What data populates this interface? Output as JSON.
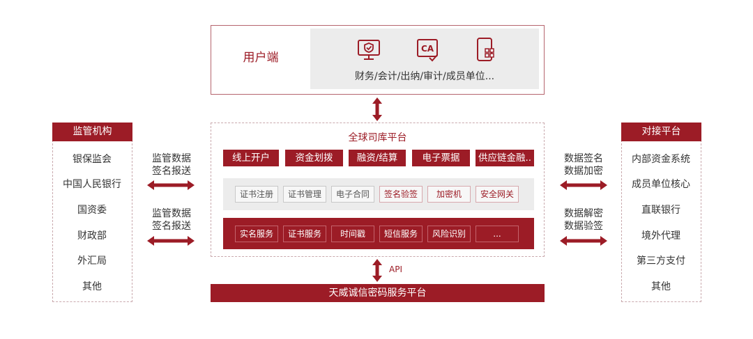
{
  "user_end": {
    "label": "用户端",
    "icons": [
      "monitor-check-icon",
      "ca-certificate-icon",
      "phone-qr-icon"
    ],
    "description": "财务/会计/出纳/审计/成员单位..."
  },
  "platform": {
    "title": "全球司库平台",
    "row1": [
      "线上开户",
      "资金划拨",
      "融资/结算",
      "电子票据",
      "供应链金融.."
    ],
    "row2": [
      "证书注册",
      "证书管理",
      "电子合同",
      "签名验签",
      "加密机",
      "安全网关"
    ],
    "row3": [
      "实名服务",
      "证书服务",
      "时间戳",
      "短信服务",
      "风险识别",
      "..."
    ]
  },
  "bottom": {
    "label": "天威诚信密码服务平台",
    "api_label": "API"
  },
  "left_panel": {
    "title": "监管机构",
    "items": [
      "银保监会",
      "中国人民银行",
      "国资委",
      "财政部",
      "外汇局",
      "其他"
    ]
  },
  "right_panel": {
    "title": "对接平台",
    "items": [
      "内部资金系统",
      "成员单位核心",
      "直联银行",
      "境外代理",
      "第三方支付",
      "其他"
    ]
  },
  "connectors": {
    "left_top": [
      "监管数据",
      "签名报送"
    ],
    "left_bottom": [
      "监管数据",
      "签名报送"
    ],
    "right_top": [
      "数据签名",
      "数据加密"
    ],
    "right_bottom": [
      "数据解密",
      "数据验签"
    ]
  },
  "colors": {
    "accent": "#9c1c26",
    "panel_gray": "#ececec",
    "dashed_border": "#c9a9ad"
  }
}
